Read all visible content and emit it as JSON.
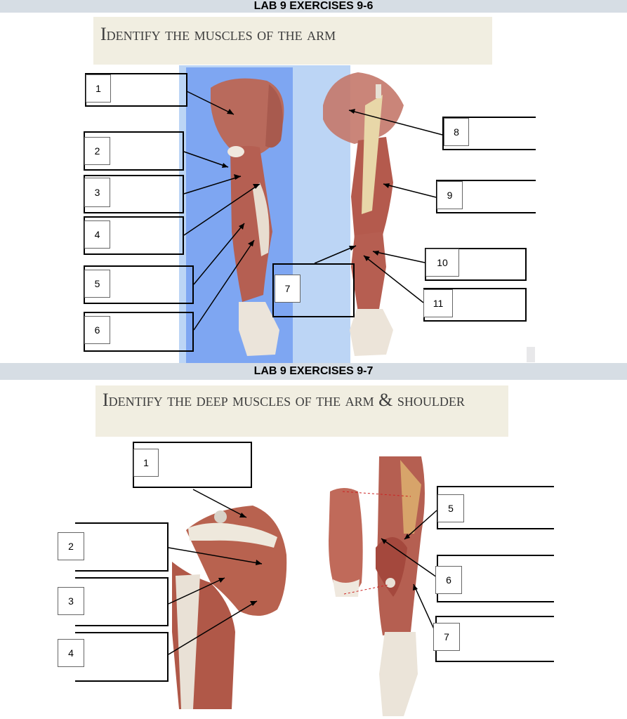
{
  "section1": {
    "banner": "LAB 9 EXERCISES 9-6",
    "title": "Identify the muscles of the arm",
    "labels": [
      "1",
      "2",
      "3",
      "4",
      "5",
      "6",
      "7",
      "8",
      "9",
      "10",
      "11"
    ]
  },
  "section2": {
    "banner": "LAB 9 EXERCISES 9-7",
    "title": "Identify the deep muscles of the arm & shoulder",
    "labels": [
      "1",
      "2",
      "3",
      "4",
      "5",
      "6",
      "7"
    ]
  },
  "colors": {
    "banner": "#d6dde4",
    "title_bg": "#f1eee1",
    "highlight_dark": "#7ea6f2",
    "highlight_light": "#bcd5f5",
    "muscle": "#b5574a",
    "tendon": "#eee8dc"
  }
}
